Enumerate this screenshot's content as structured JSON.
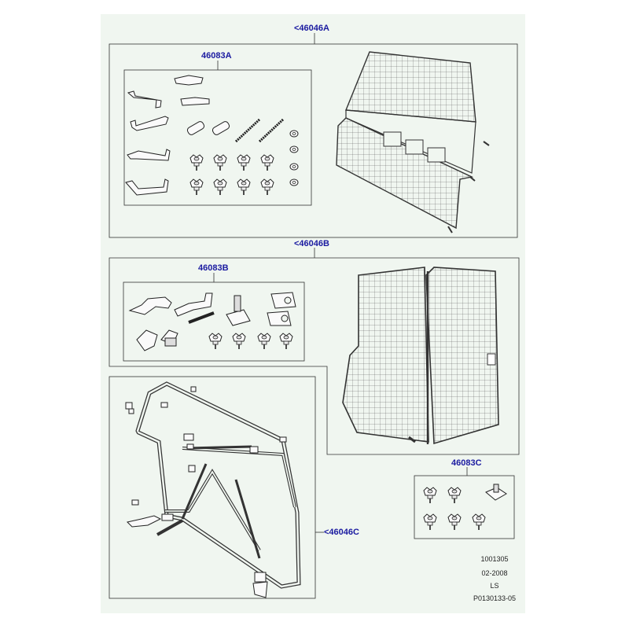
{
  "callouts": {
    "a": "<46046A",
    "a_kit": "46083A",
    "b": "<46046B",
    "b_kit": "46083B",
    "c": "<46046C",
    "c_kit": "46083C"
  },
  "footer": {
    "line1": "1001305",
    "line2": "02-2008",
    "line3": "LS",
    "line4": "P0130133-05"
  }
}
